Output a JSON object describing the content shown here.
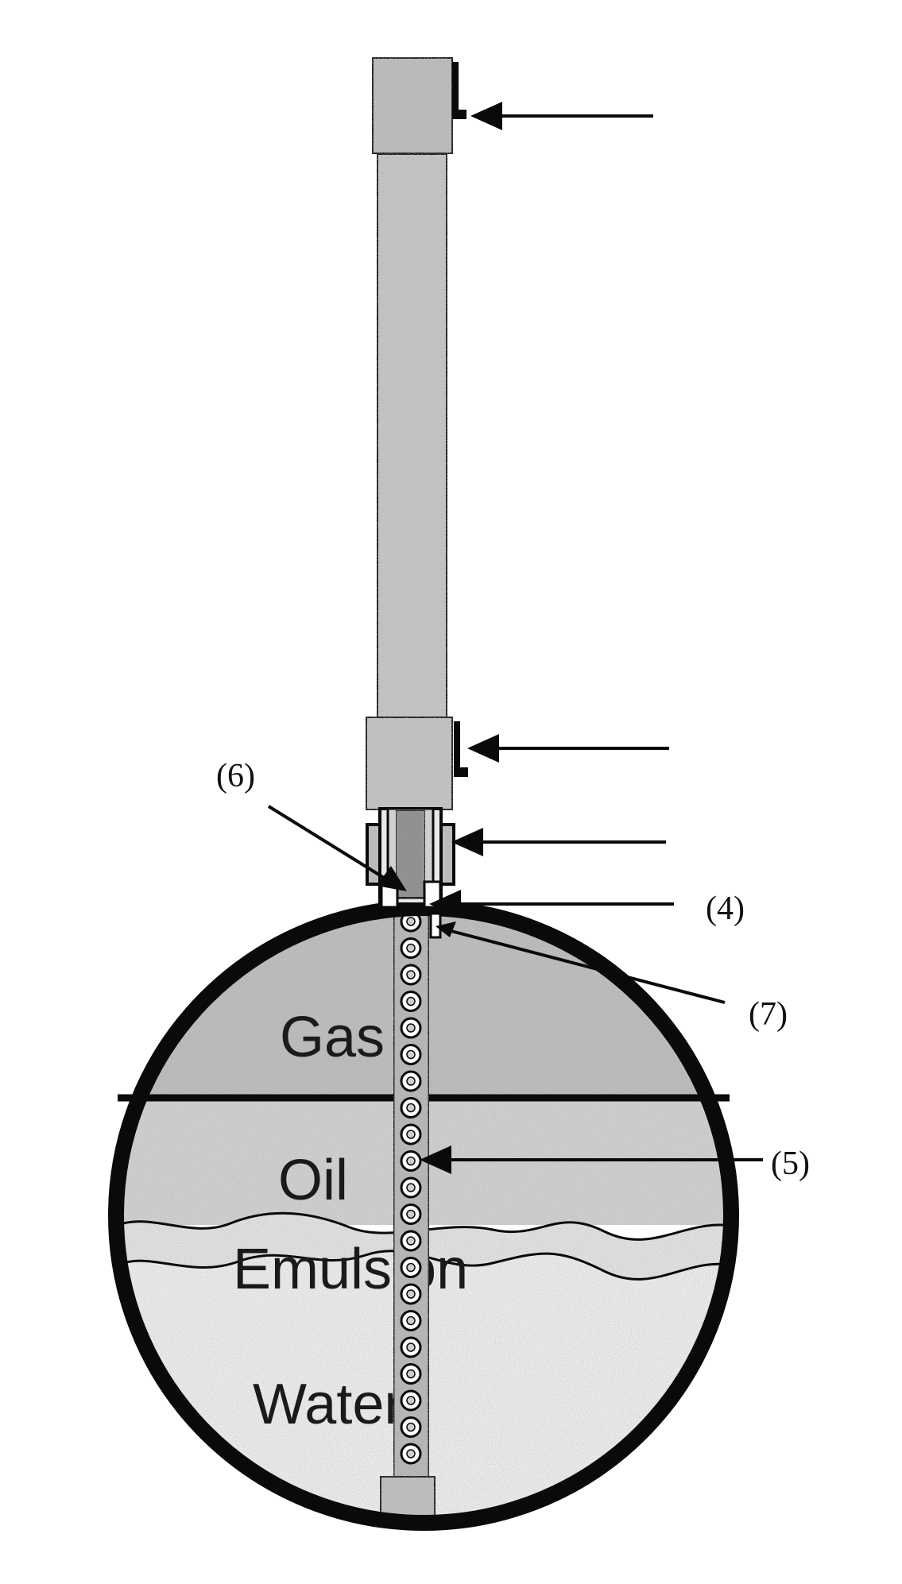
{
  "diagram": {
    "callouts": {
      "c4": "(4)",
      "c5": "(5)",
      "c6": "(6)",
      "c7": "(7)"
    },
    "zones": {
      "gas": "Gas",
      "oil": "Oil",
      "emulsion": "Emulsion",
      "water": "Water"
    }
  },
  "colors": {
    "ink": "#0a0a0a",
    "gas_fill": "#bdbdbd",
    "oil_fill": "#d0d0d0",
    "water_fill": "#e9e9e9",
    "tube_fill": "#c6c6c6",
    "probe_fill": "#b8b8b8"
  }
}
